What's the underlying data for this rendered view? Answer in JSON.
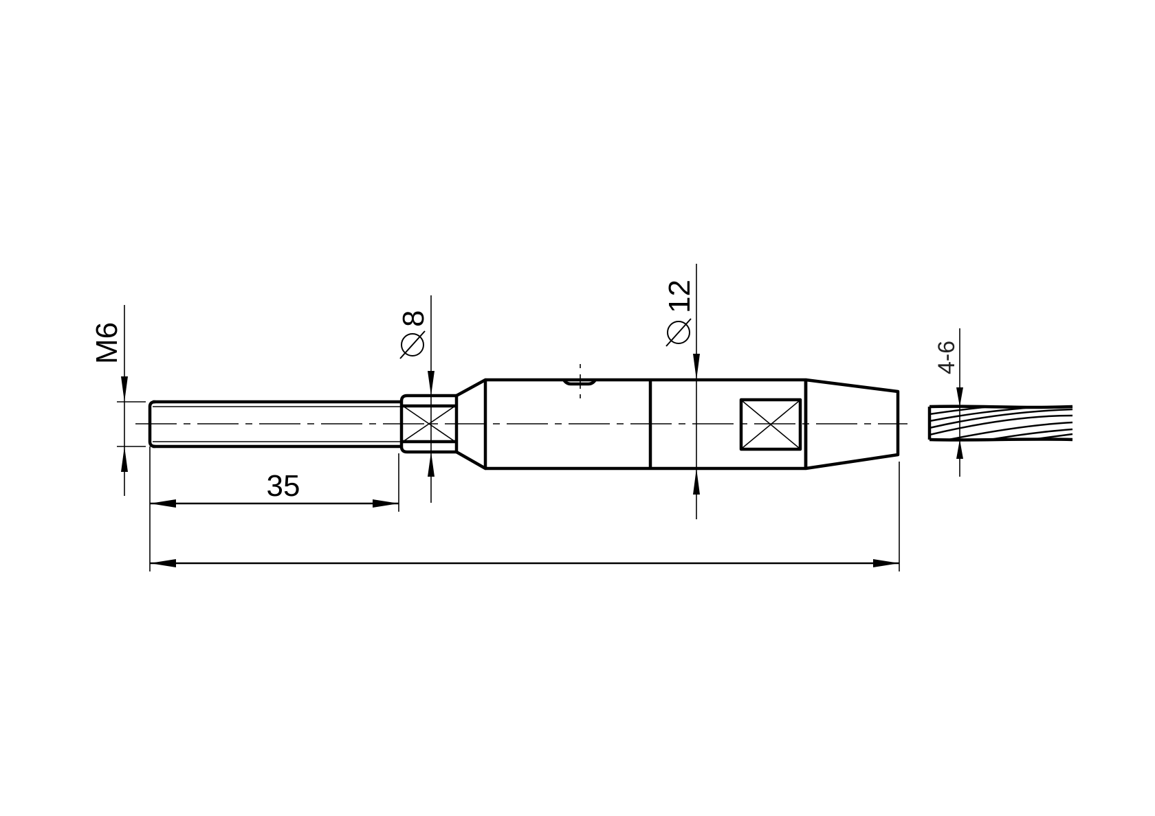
{
  "drawing": {
    "title": "Swage terminal with M6 threaded stud — technical drawing",
    "background": "#ffffff",
    "line_color": "#000000"
  },
  "dimensions": {
    "thread": {
      "label": "M6",
      "orientation": "vertical"
    },
    "thread_length": {
      "label": "35",
      "orientation": "horizontal"
    },
    "collar_diameter": {
      "label": "⌀8",
      "symbol": "⌀",
      "value": "8",
      "orientation": "vertical"
    },
    "body_diameter": {
      "label": "⌀12",
      "symbol": "⌀",
      "value": "12",
      "orientation": "vertical"
    },
    "wire_diameter": {
      "label": "4-6",
      "orientation": "vertical"
    },
    "overall_length": {
      "label": "",
      "orientation": "horizontal"
    }
  }
}
